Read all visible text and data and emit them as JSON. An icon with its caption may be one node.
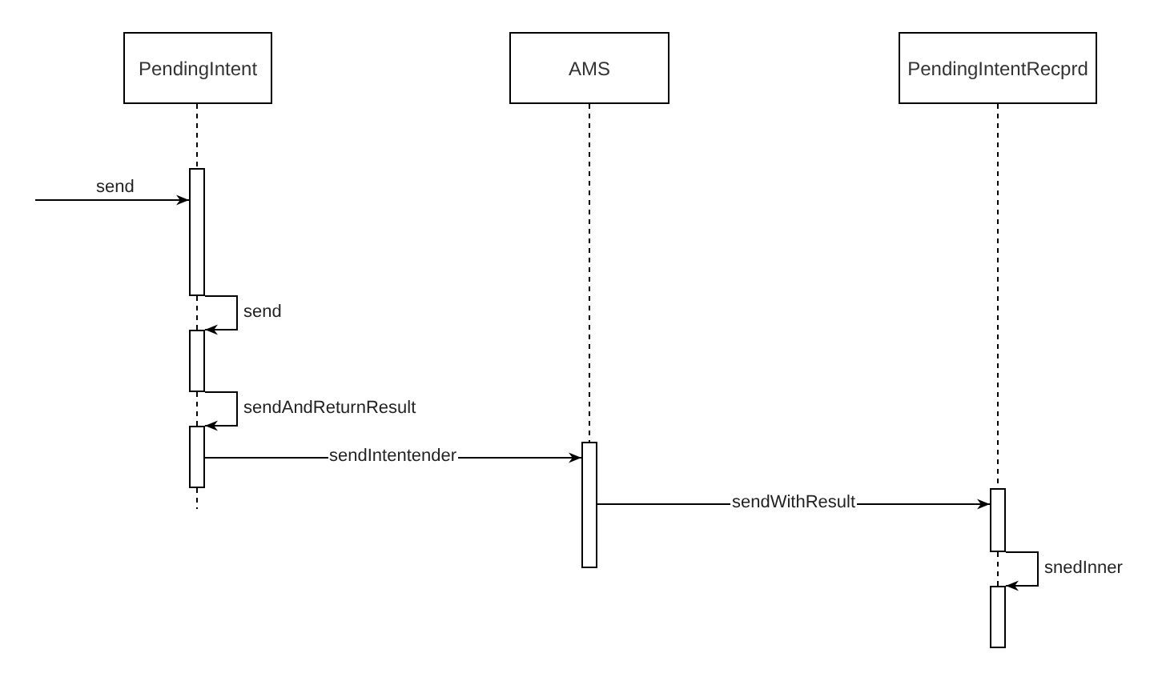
{
  "diagram": {
    "nodes": [
      {
        "text": [
          "PendingIntent"
        ]
      },
      {
        "text": [
          "AMS"
        ]
      },
      {
        "text": [
          "PendingIntentRecprd"
        ]
      },
      {
        "text": [],
        "shape": "bar"
      },
      {
        "text": [],
        "shape": "bar"
      },
      {
        "text": [],
        "shape": "bar"
      },
      {
        "text": [],
        "shape": "bar"
      },
      {
        "text": [],
        "shape": "bar"
      },
      {
        "text": [],
        "shape": "bar"
      }
    ],
    "edges": [
      {
        "from": null,
        "to": 3,
        "arrow": "to",
        "label": "send"
      },
      {
        "from": 3,
        "to": 4,
        "arrow": "to",
        "label": "send"
      },
      {
        "from": 4,
        "to": 5,
        "arrow": "to",
        "label": "sendAndReturnResult"
      },
      {
        "from": 5,
        "to": 6,
        "arrow": "to",
        "label": "sendIntentender"
      },
      {
        "from": 6,
        "to": 7,
        "arrow": "to",
        "label": "sendWithResult"
      },
      {
        "from": 7,
        "to": 8,
        "arrow": "to",
        "label": "snedInner"
      },
      {
        "from": 0,
        "to": 3,
        "arrow": "none",
        "style": "dashed"
      },
      {
        "from": 3,
        "to": 4,
        "arrow": "none",
        "style": "dashed"
      },
      {
        "from": 4,
        "to": 5,
        "arrow": "none",
        "style": "dashed"
      },
      {
        "from": 1,
        "to": 6,
        "arrow": "none",
        "style": "dashed"
      },
      {
        "from": 2,
        "to": 7,
        "arrow": "none",
        "style": "dashed"
      },
      {
        "from": 7,
        "to": 8,
        "arrow": "none",
        "style": "dashed"
      }
    ]
  }
}
